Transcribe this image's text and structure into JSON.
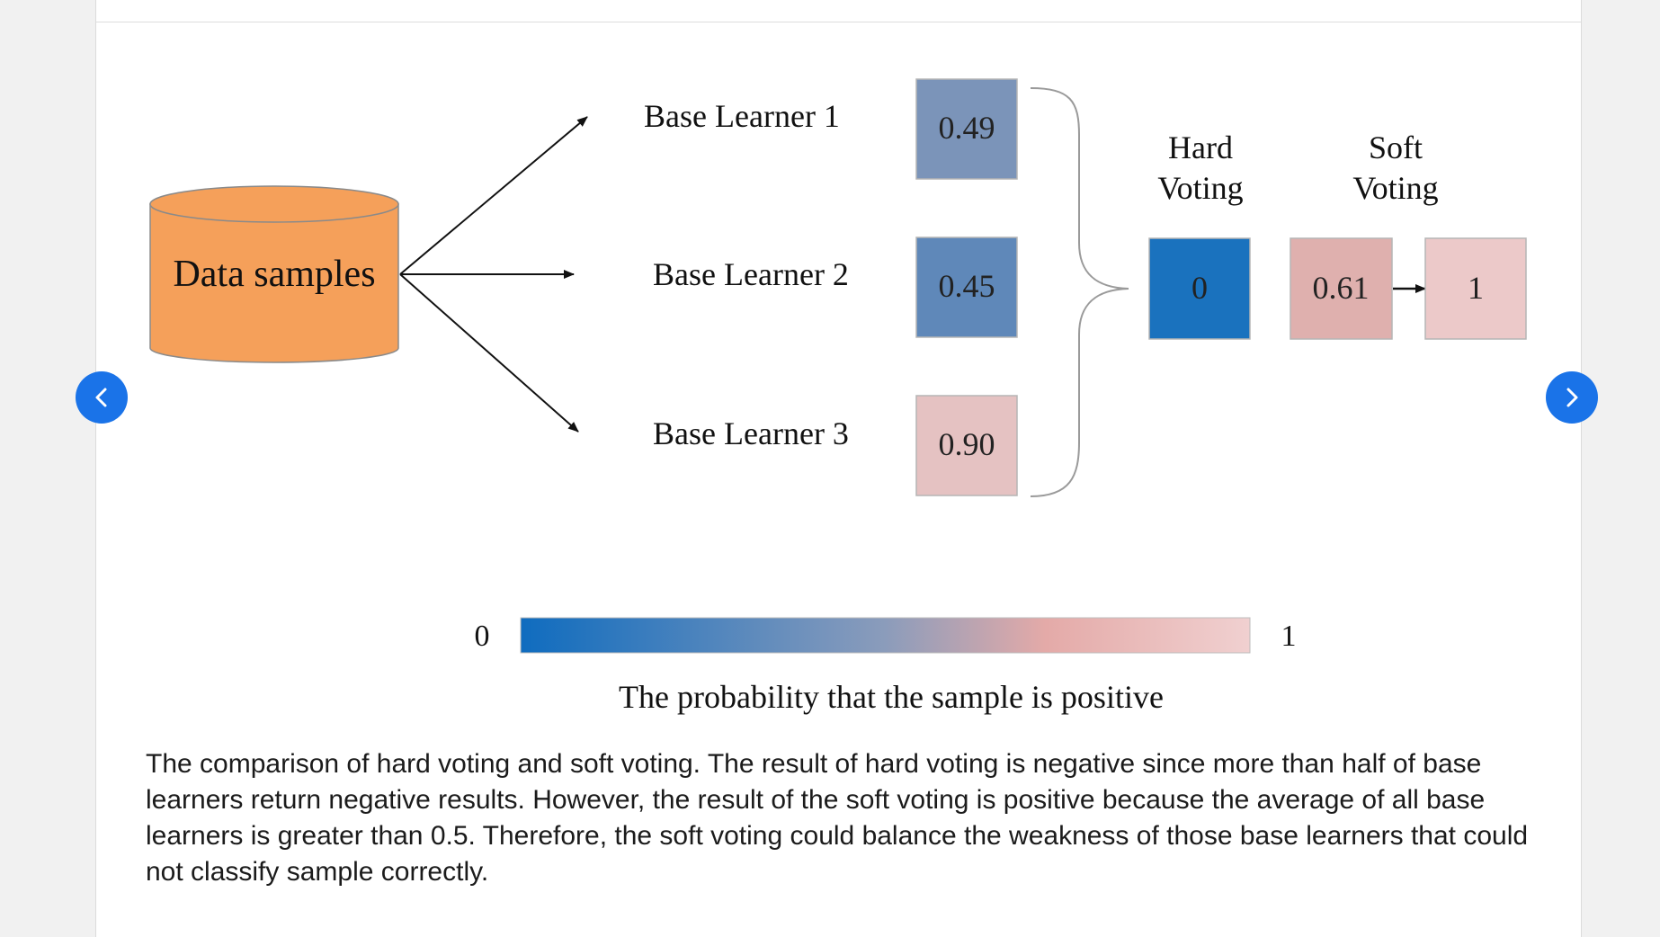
{
  "navigation": {
    "prev_icon": "chevron-left-icon",
    "next_icon": "chevron-right-icon",
    "button_color": "#1a73e8"
  },
  "figure": {
    "data_source_label": "Data samples",
    "learners": [
      {
        "label": "Base Learner 1",
        "value": "0.49",
        "color": "#7b94b9"
      },
      {
        "label": "Base Learner 2",
        "value": "0.45",
        "color": "#5f88b9"
      },
      {
        "label": "Base Learner 3",
        "value": "0.90",
        "color": "#e5c2c2"
      }
    ],
    "hard_voting": {
      "heading_line1": "Hard",
      "heading_line2": "Voting",
      "result": "0",
      "color": "#1a72be"
    },
    "soft_voting": {
      "heading_line1": "Soft",
      "heading_line2": "Voting",
      "average": "0.61",
      "average_color": "#dfb0ae",
      "result": "1",
      "result_color": "#ecc9c9"
    },
    "colorbar": {
      "min_label": "0",
      "max_label": "1",
      "title": "The probability that the sample is positive",
      "color_low": "#0f6cbf",
      "color_mid": "#8b9cbb",
      "color_high": "#f0d0d0"
    },
    "cylinder_color": "#f5a05a"
  },
  "caption": "The comparison of hard voting and soft voting. The result of hard voting is negative since more than half of base learners return negative results. However, the result of the soft voting is positive because the average of all base learners is greater than 0.5. Therefore, the soft voting could balance the weakness of those base learners that could not classify sample correctly."
}
